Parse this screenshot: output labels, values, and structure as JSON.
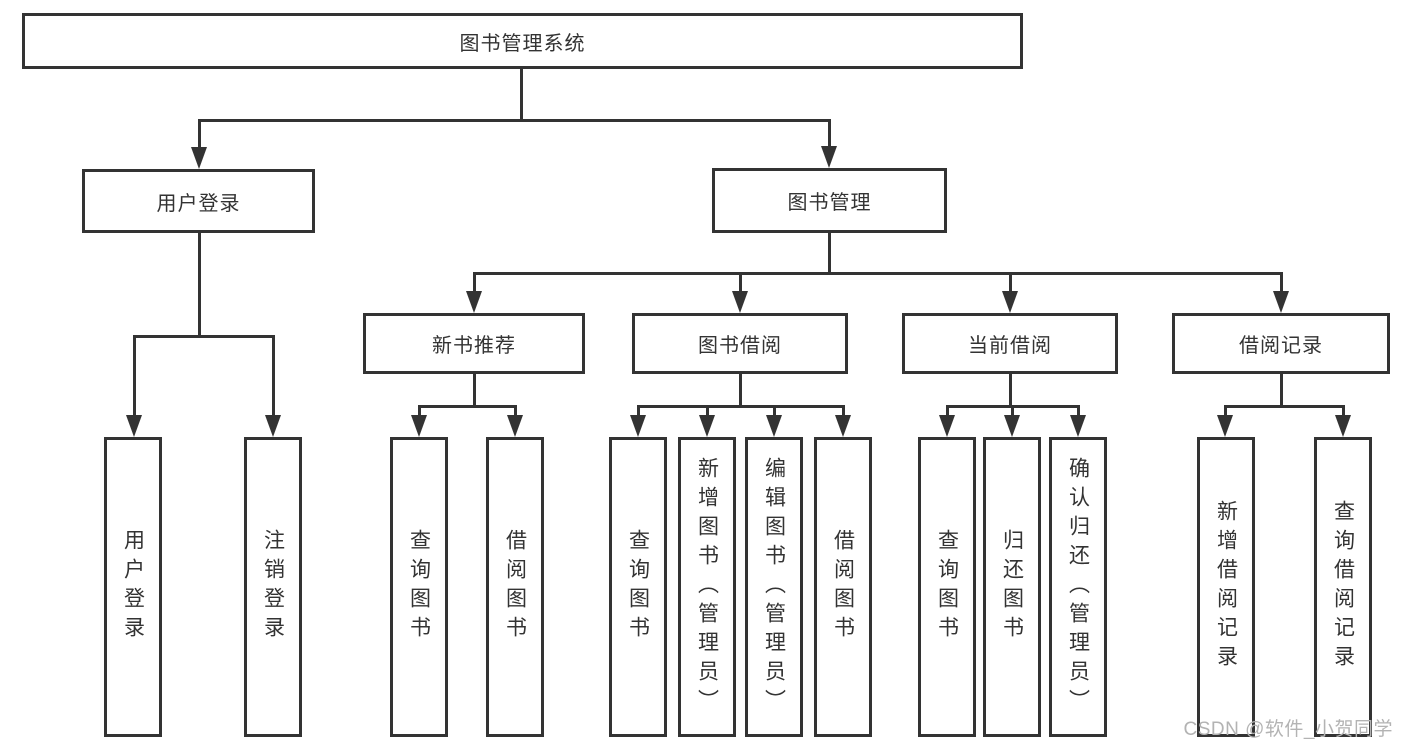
{
  "tree": {
    "root": {
      "label": "图书管理系统"
    },
    "branches": [
      {
        "label": "用户登录",
        "leaves": [
          "用户登录",
          "注销登录"
        ]
      },
      {
        "label": "图书管理",
        "groups": [
          {
            "label": "新书推荐",
            "leaves": [
              "查询图书",
              "借阅图书"
            ]
          },
          {
            "label": "图书借阅",
            "leaves": [
              "查询图书",
              "新增图书（管理员）",
              "编辑图书（管理员）",
              "借阅图书"
            ]
          },
          {
            "label": "当前借阅",
            "leaves": [
              "查询图书",
              "归还图书",
              "确认归还（管理员）"
            ]
          },
          {
            "label": "借阅记录",
            "leaves": [
              "新增借阅记录",
              "查询借阅记录"
            ]
          }
        ]
      }
    ]
  },
  "watermark": "CSDN @软件_小贺同学",
  "colors": {
    "line": "#333333",
    "box_background": "#ffffff",
    "page_background": "#ffffff",
    "watermark": "#b3b3b3"
  }
}
